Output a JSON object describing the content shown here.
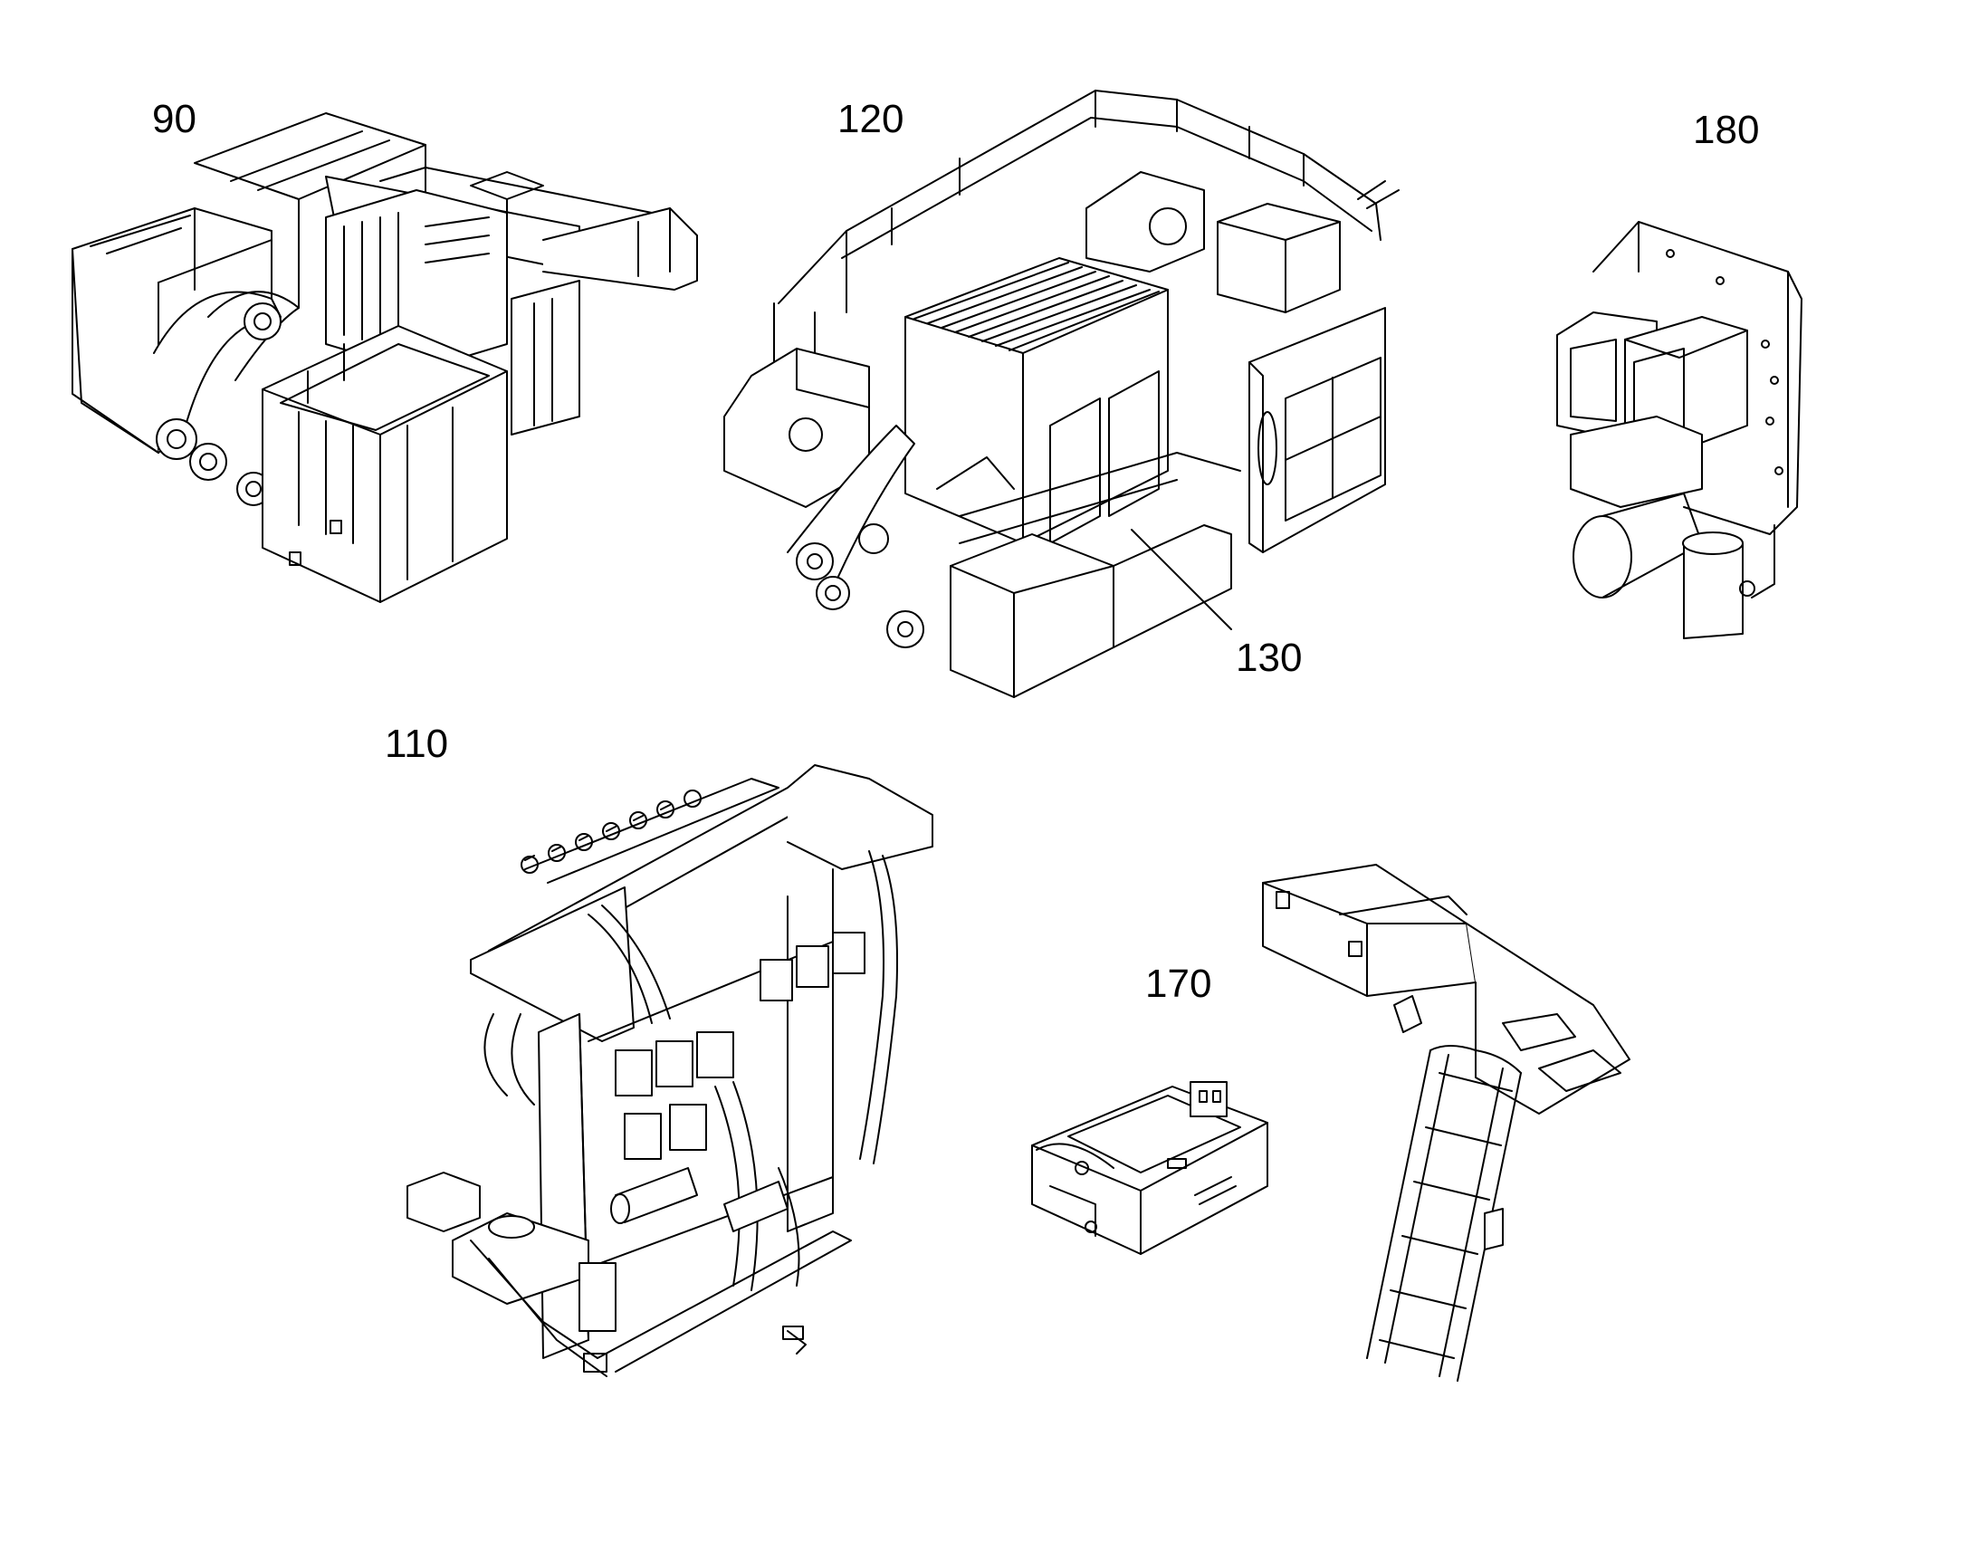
{
  "figure": {
    "reference_labels": {
      "counterweight_module": "90",
      "upper_deck_module": "120",
      "walkway": "130",
      "light_module": "180",
      "hydraulic_module": "110",
      "electrical_module": "170"
    },
    "line_color": "#000000",
    "background_color": "#ffffff"
  }
}
